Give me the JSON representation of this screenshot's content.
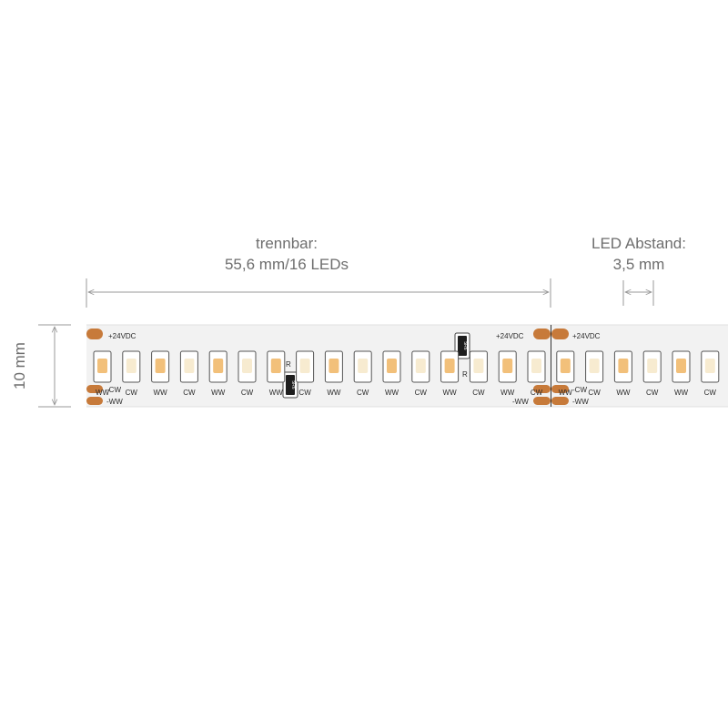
{
  "dimensions": {
    "cut_label": "trennbar:",
    "cut_value": "55,6 mm/16 LEDs",
    "spacing_label": "LED Abstand:",
    "spacing_value": "3,5 mm",
    "height_label": "10 mm"
  },
  "strip": {
    "plus_label": "+24VDC",
    "minus_ww": "-WW",
    "minus_cw": "-CW",
    "resistor_label": "R",
    "resistor_code": "5R6",
    "led_labels": [
      "WW",
      "CW",
      "WW",
      "CW",
      "WW",
      "CW",
      "WW",
      "CW",
      "WW",
      "CW",
      "WW",
      "CW",
      "WW",
      "CW",
      "WW",
      "CW",
      "WW",
      "CW",
      "WW",
      "CW",
      "WW",
      "CW"
    ],
    "colors": {
      "strip": "#f2f2f2",
      "pad": "#c77a3a",
      "led_warm": "#f2c07a",
      "led_cool": "#f7ebd0",
      "cut_line": "#333333",
      "dimension": "#999999"
    }
  }
}
